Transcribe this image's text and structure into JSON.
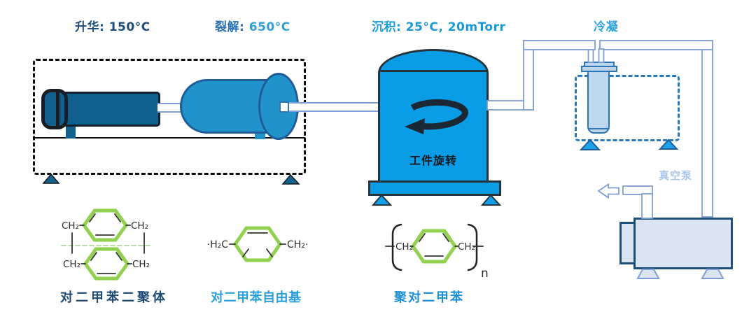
{
  "stages": {
    "sublimation": "升华: 150°C",
    "pyrolysis_label": "裂解: ",
    "pyrolysis_value": "650°C",
    "deposition": "沉积: 25°C, 20mTorr",
    "condensation": "冷凝"
  },
  "chamber": {
    "rotation_text": "工件旋转"
  },
  "pump": {
    "label": "真空泵"
  },
  "molecules": {
    "dimer": {
      "name": "对二甲苯二聚体",
      "tl": "CH₂",
      "tr": "CH₂",
      "bl": "CH₂",
      "br": "CH₂"
    },
    "radical": {
      "name": "对二甲苯自由基",
      "left": "·H₂C",
      "right": "CH₂·"
    },
    "polymer": {
      "name": "聚对二甲苯",
      "left": "CH₂",
      "right": "CH₂",
      "sub": "n"
    }
  },
  "colors": {
    "dark_navy": "#1d4a73",
    "medium_blue": "#2a6fae",
    "bright_blue": "#2fa0da",
    "chamber_blue": "#0a9de6",
    "furnace_blue": "#2093cb",
    "tube_dark_blue": "#115f8d",
    "trap_fill": "#bdd7ee",
    "pump_fill": "#dbe5f1",
    "pipe_outline": "#7f9fd4",
    "ring_green": "#92d050",
    "pale_label_blue": "#a9c7e8"
  }
}
